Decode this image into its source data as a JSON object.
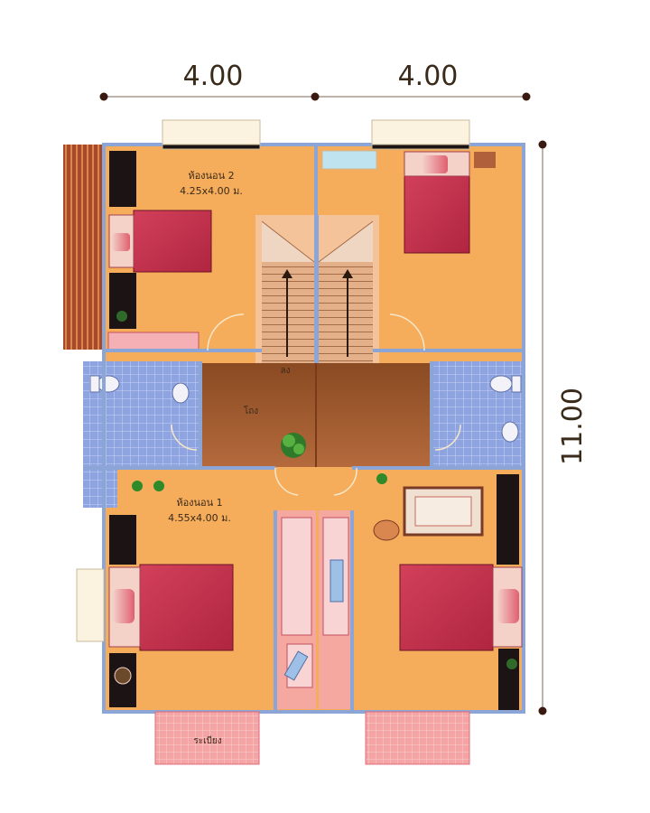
{
  "dimensions": {
    "width_left": "4.00",
    "width_right": "4.00",
    "depth": "11.00"
  },
  "rooms": {
    "bedroom2_name": "ห้องนอน 2",
    "bedroom2_size": "4.25x4.00 ม.",
    "bedroom1_name": "ห้องนอน 1",
    "bedroom1_size": "4.55x4.00 ม.",
    "hall_name": "โถง",
    "stair_label": "ลง",
    "balcony_name": "ระเบียง"
  },
  "colors": {
    "floor": "#f6ad5b",
    "wall": "#8aa5d6",
    "hall": "#a05a2c",
    "bath_tile": "#7f96d8",
    "bed": "#c6334e",
    "balcony": "#f29a9a"
  }
}
